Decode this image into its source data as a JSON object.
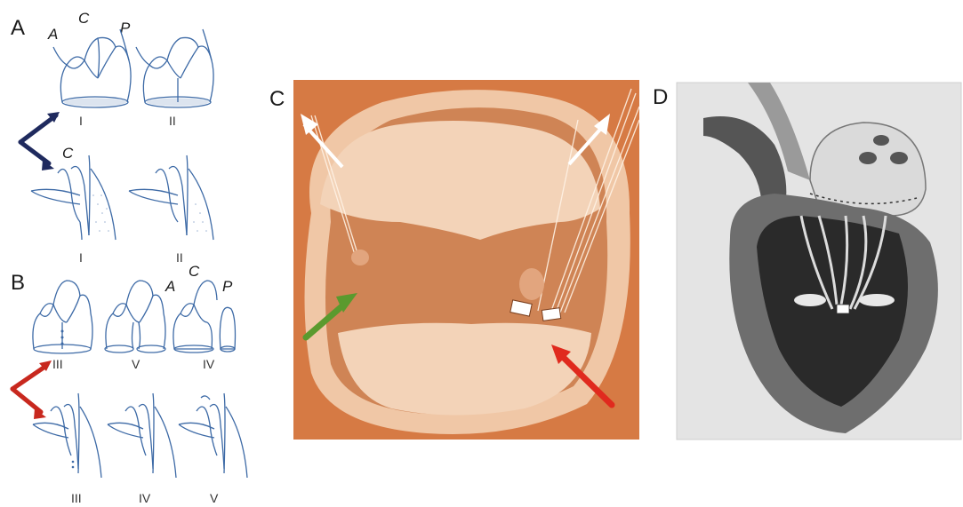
{
  "panels": {
    "a": {
      "label": "A",
      "leaflets": [
        "A",
        "C",
        "P"
      ],
      "top_captions": [
        "I",
        "II"
      ],
      "side_label": "C",
      "bottom_captions": [
        "I",
        "II"
      ],
      "arrow_color": "#1f2a5e"
    },
    "b": {
      "label": "B",
      "top_captions": [
        "III",
        "V",
        "IV"
      ],
      "leaflets": [
        "A",
        "C",
        "P"
      ],
      "bottom_captions": [
        "III",
        "IV",
        "V"
      ],
      "arrow_color": "#c8281e"
    },
    "c": {
      "label": "C",
      "background": "#d67a44",
      "arrows": [
        {
          "color": "#5a9a2e"
        },
        {
          "color": "#e02a1e"
        }
      ]
    },
    "d": {
      "label": "D"
    }
  },
  "colors": {
    "sketch": "#3d6aa6"
  }
}
